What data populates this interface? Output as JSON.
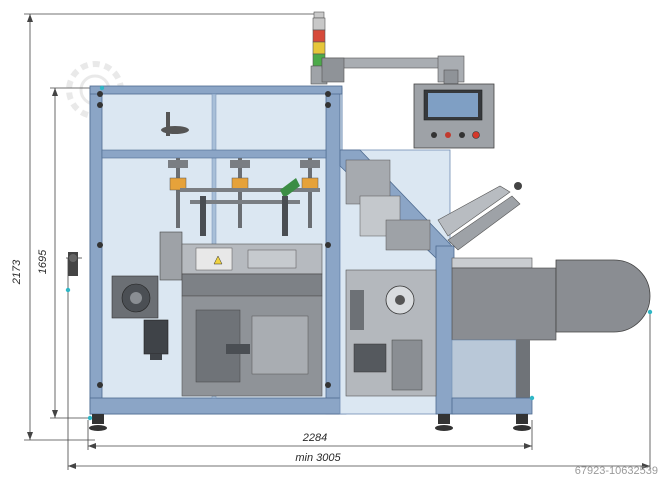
{
  "dimensions": {
    "height_total": "2173",
    "height_frame": "1695",
    "width_frame": "2284",
    "width_total": "min 3005"
  },
  "watermark": {
    "id_text": "67923-10632539"
  },
  "colors": {
    "frame_blue": "#6f8db3",
    "glass": "#dbe7f2",
    "machine_grey": "#8a8d92",
    "dark_grey": "#55585c",
    "dimension_line": "#444444"
  },
  "icons": {
    "signal_tower": "signal-tower-icon",
    "hmi_panel": "hmi-panel-icon",
    "logo": "gear-logo-icon"
  }
}
